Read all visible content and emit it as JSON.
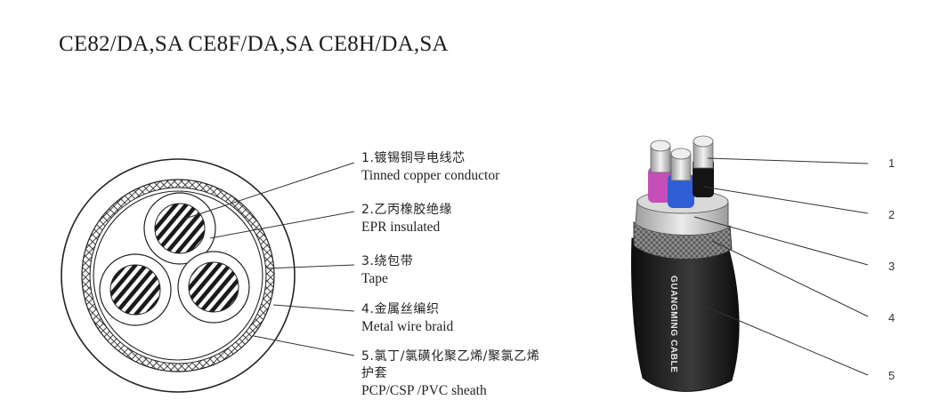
{
  "title": "CE82/DA,SA CE8F/DA,SA CE8H/DA,SA",
  "components": [
    {
      "cn": "1.镀锡铜导电线芯",
      "en": "Tinned copper conductor"
    },
    {
      "cn": "2.乙丙橡胶绝缘",
      "en": "EPR insulated"
    },
    {
      "cn": "3.绕包带",
      "en": "Tape"
    },
    {
      "cn": "4.金属丝编织",
      "en": "Metal wire braid"
    },
    {
      "cn": "5.氯丁/氯磺化聚乙烯/聚氯乙烯",
      "cn2": "护套",
      "en": "PCP/CSP /PVC sheath"
    }
  ],
  "numbers": [
    "1",
    "2",
    "3",
    "4",
    "5"
  ],
  "cable_print": "GUANGMING CABLE",
  "colors": {
    "sheath": "#1b1b1b",
    "insulation_pink": "#c34fb7",
    "insulation_blue": "#2f5fd6",
    "insulation_black": "#141414"
  }
}
